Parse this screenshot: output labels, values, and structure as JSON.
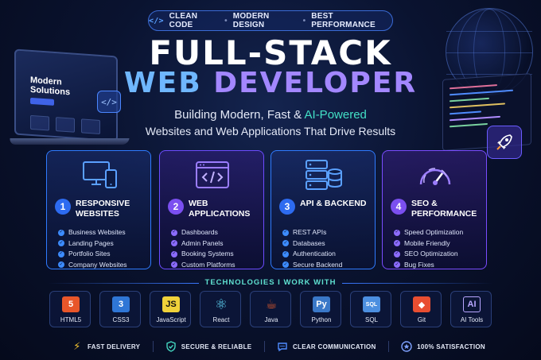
{
  "pill": {
    "items": [
      "CLEAN CODE",
      "MODERN DESIGN",
      "BEST PERFORMANCE"
    ],
    "code_icon": "</>",
    "sep": "•"
  },
  "title": {
    "line1": "FULL-STACK",
    "line2a": "WEB ",
    "line2b": "DEVELOPER"
  },
  "subtitle": {
    "pre": "Building Modern, Fast & ",
    "highlight": "AI-Powered",
    "line2": "Websites and Web Applications That Drive Results"
  },
  "laptop": {
    "screen_title_1": "Modern",
    "screen_title_2": "Solutions",
    "badge": "</>"
  },
  "cards": [
    {
      "num": "1",
      "title": "RESPONSIVE WEBSITES",
      "icon": "devices-icon",
      "items": [
        "Business Websites",
        "Landing Pages",
        "Portfolio Sites",
        "Company Websites"
      ]
    },
    {
      "num": "2",
      "title": "WEB APPLICATIONS",
      "icon": "code-window-icon",
      "items": [
        "Dashboards",
        "Admin Panels",
        "Booking Systems",
        "Custom Platforms"
      ]
    },
    {
      "num": "3",
      "title": "API & BACKEND",
      "icon": "server-database-icon",
      "items": [
        "REST APIs",
        "Databases",
        "Authentication",
        "Secure Backend"
      ]
    },
    {
      "num": "4",
      "title": "SEO & PERFORMANCE",
      "icon": "speedometer-icon",
      "items": [
        "Speed Optimization",
        "Mobile Friendly",
        "SEO Optimization",
        "Bug Fixes"
      ]
    }
  ],
  "tech": {
    "heading": "TECHNOLOGIES I WORK WITH",
    "items": [
      {
        "label": "HTML5",
        "icon": "html5-icon",
        "glyph": "5",
        "color": "#e8562a"
      },
      {
        "label": "CSS3",
        "icon": "css3-icon",
        "glyph": "3",
        "color": "#2f76d6"
      },
      {
        "label": "JavaScript",
        "icon": "javascript-icon",
        "glyph": "JS",
        "color": "#f0d23a"
      },
      {
        "label": "React",
        "icon": "react-icon",
        "glyph": "⚛",
        "color": "#5ed3f3"
      },
      {
        "label": "Java",
        "icon": "java-icon",
        "glyph": "☕",
        "color": "#e05a2b"
      },
      {
        "label": "Python",
        "icon": "python-icon",
        "glyph": "Py",
        "color": "#3a78c8"
      },
      {
        "label": "SQL",
        "icon": "sql-database-icon",
        "glyph": "SQL",
        "color": "#4c8fe0"
      },
      {
        "label": "Git",
        "icon": "git-icon",
        "glyph": "◆",
        "color": "#e84e31"
      },
      {
        "label": "AI Tools",
        "icon": "ai-chip-icon",
        "glyph": "AI",
        "color": "#b8a6ff"
      }
    ]
  },
  "bottom": [
    {
      "label": "FAST DELIVERY",
      "icon": "lightning-icon",
      "glyph": "⚡",
      "color": "#f2c230"
    },
    {
      "label": "SECURE & RELIABLE",
      "icon": "shield-check-icon",
      "glyph": "✓",
      "color": "#44d6c0"
    },
    {
      "label": "CLEAR COMMUNICATION",
      "icon": "chat-bubble-icon",
      "glyph": "…",
      "color": "#4f8cff"
    },
    {
      "label": "100% SATISFACTION",
      "icon": "star-badge-icon",
      "glyph": "★",
      "color": "#7fa2ff"
    }
  ]
}
